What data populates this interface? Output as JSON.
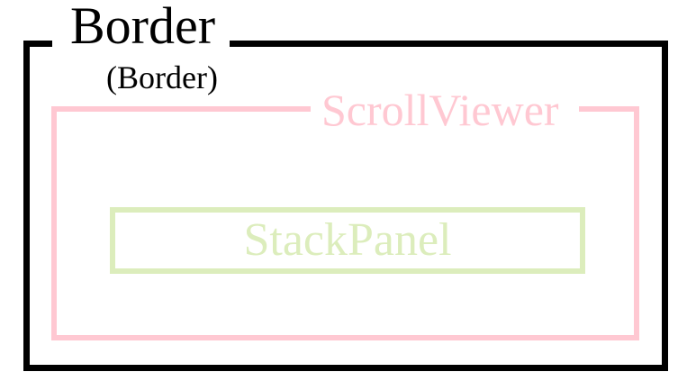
{
  "colors": {
    "background": "#FFFFFF",
    "border_box": "#000000",
    "scrollviewer_box": "#FFC8D2",
    "stackpanel_box": "#DCEDBC"
  },
  "boxes": {
    "border": {
      "label": "Border",
      "type_label": "(Border)"
    },
    "scrollviewer": {
      "label": "ScrollViewer"
    },
    "stackpanel": {
      "label": "StackPanel"
    }
  }
}
